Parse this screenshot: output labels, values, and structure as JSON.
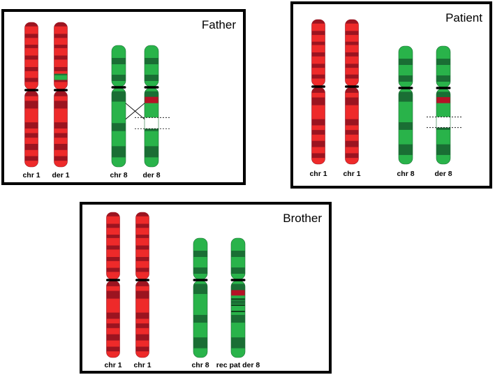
{
  "colors": {
    "red_light": "#ee2a2a",
    "red_dark": "#9b1420",
    "green_light": "#29b34a",
    "green_dark": "#1a6e34",
    "centromere": "#000000",
    "translocated_red": "#b51226"
  },
  "panels": [
    {
      "id": "father",
      "title": "Father",
      "chromosomes": [
        {
          "label": "chr 1",
          "type": "chr1",
          "variant": "normal"
        },
        {
          "label": "der 1",
          "type": "chr1",
          "variant": "der1"
        },
        {
          "label": "chr 8",
          "type": "chr8",
          "variant": "normal"
        },
        {
          "label": "der 8",
          "type": "chr8",
          "variant": "der8"
        }
      ]
    },
    {
      "id": "patient",
      "title": "Patient",
      "chromosomes": [
        {
          "label": "chr 1",
          "type": "chr1",
          "variant": "normal"
        },
        {
          "label": "chr 1",
          "type": "chr1",
          "variant": "normal"
        },
        {
          "label": "chr 8",
          "type": "chr8",
          "variant": "normal"
        },
        {
          "label": "der 8",
          "type": "chr8",
          "variant": "der8_patient"
        }
      ]
    },
    {
      "id": "brother",
      "title": "Brother",
      "chromosomes": [
        {
          "label": "chr 1",
          "type": "chr1",
          "variant": "normal"
        },
        {
          "label": "chr 1",
          "type": "chr1",
          "variant": "normal"
        },
        {
          "label": "chr 8",
          "type": "chr8",
          "variant": "normal"
        },
        {
          "label": "rec pat der 8",
          "type": "chr8",
          "variant": "rec"
        }
      ]
    }
  ]
}
